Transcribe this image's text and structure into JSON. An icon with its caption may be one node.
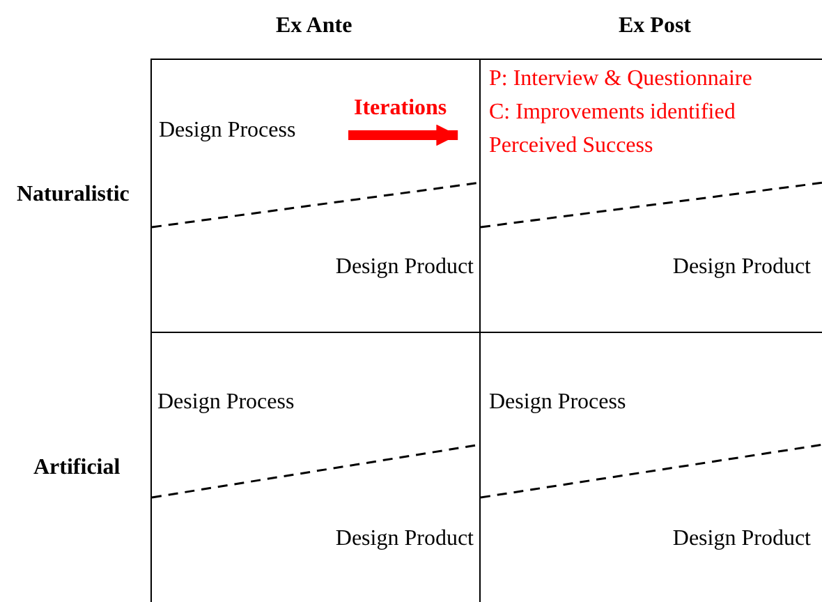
{
  "diagram": {
    "nodes": [
      {
        "text": [
          "Design Process",
          "Design Product"
        ]
      },
      {
        "text": [
          "P: Interview & Questionnaire",
          "C: Improvements identified",
          "Perceived Success",
          "Design Product"
        ]
      },
      {
        "text": [
          "Design Process",
          "Design Product"
        ]
      },
      {
        "text": [
          "Design Process",
          "Design Product"
        ]
      }
    ],
    "edges": [
      {
        "from": 0,
        "to": 1,
        "arrow": "to",
        "label": "Iterations",
        "color": "#ff0000"
      }
    ],
    "labels": [
      "Ex Ante",
      "Ex Post",
      "Naturalistic",
      "Artificial"
    ]
  }
}
